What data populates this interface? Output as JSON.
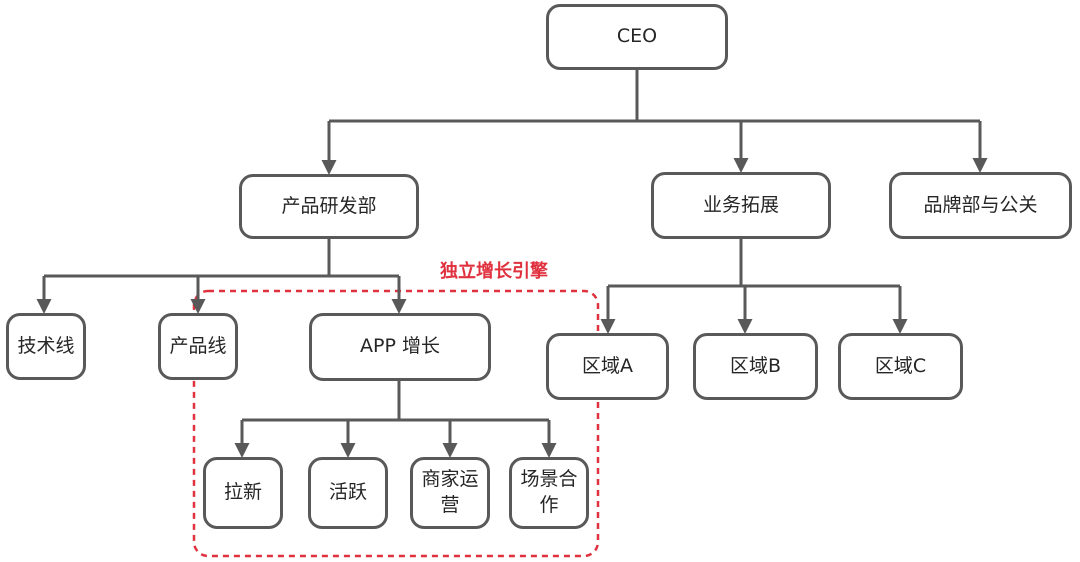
{
  "nodes": {
    "ceo": "CEO",
    "product_rd": "产品研发部",
    "business_dev": "业务拓展",
    "brand_pr": "品牌部与公关",
    "tech_line": "技术线",
    "product_line": "产品线",
    "app_growth": "APP 增长",
    "region_a": "区域A",
    "region_b": "区域B",
    "region_c": "区域C",
    "acquisition": "拉新",
    "activation": "活跃",
    "merchant_ops": "商家运营",
    "scenario_coop": "场景合作"
  },
  "group": {
    "label": "独立增长引擎"
  },
  "colors": {
    "line": "#595959",
    "node_border": "#595959",
    "group_border": "#e0313f",
    "group_label": "#e0313f"
  }
}
